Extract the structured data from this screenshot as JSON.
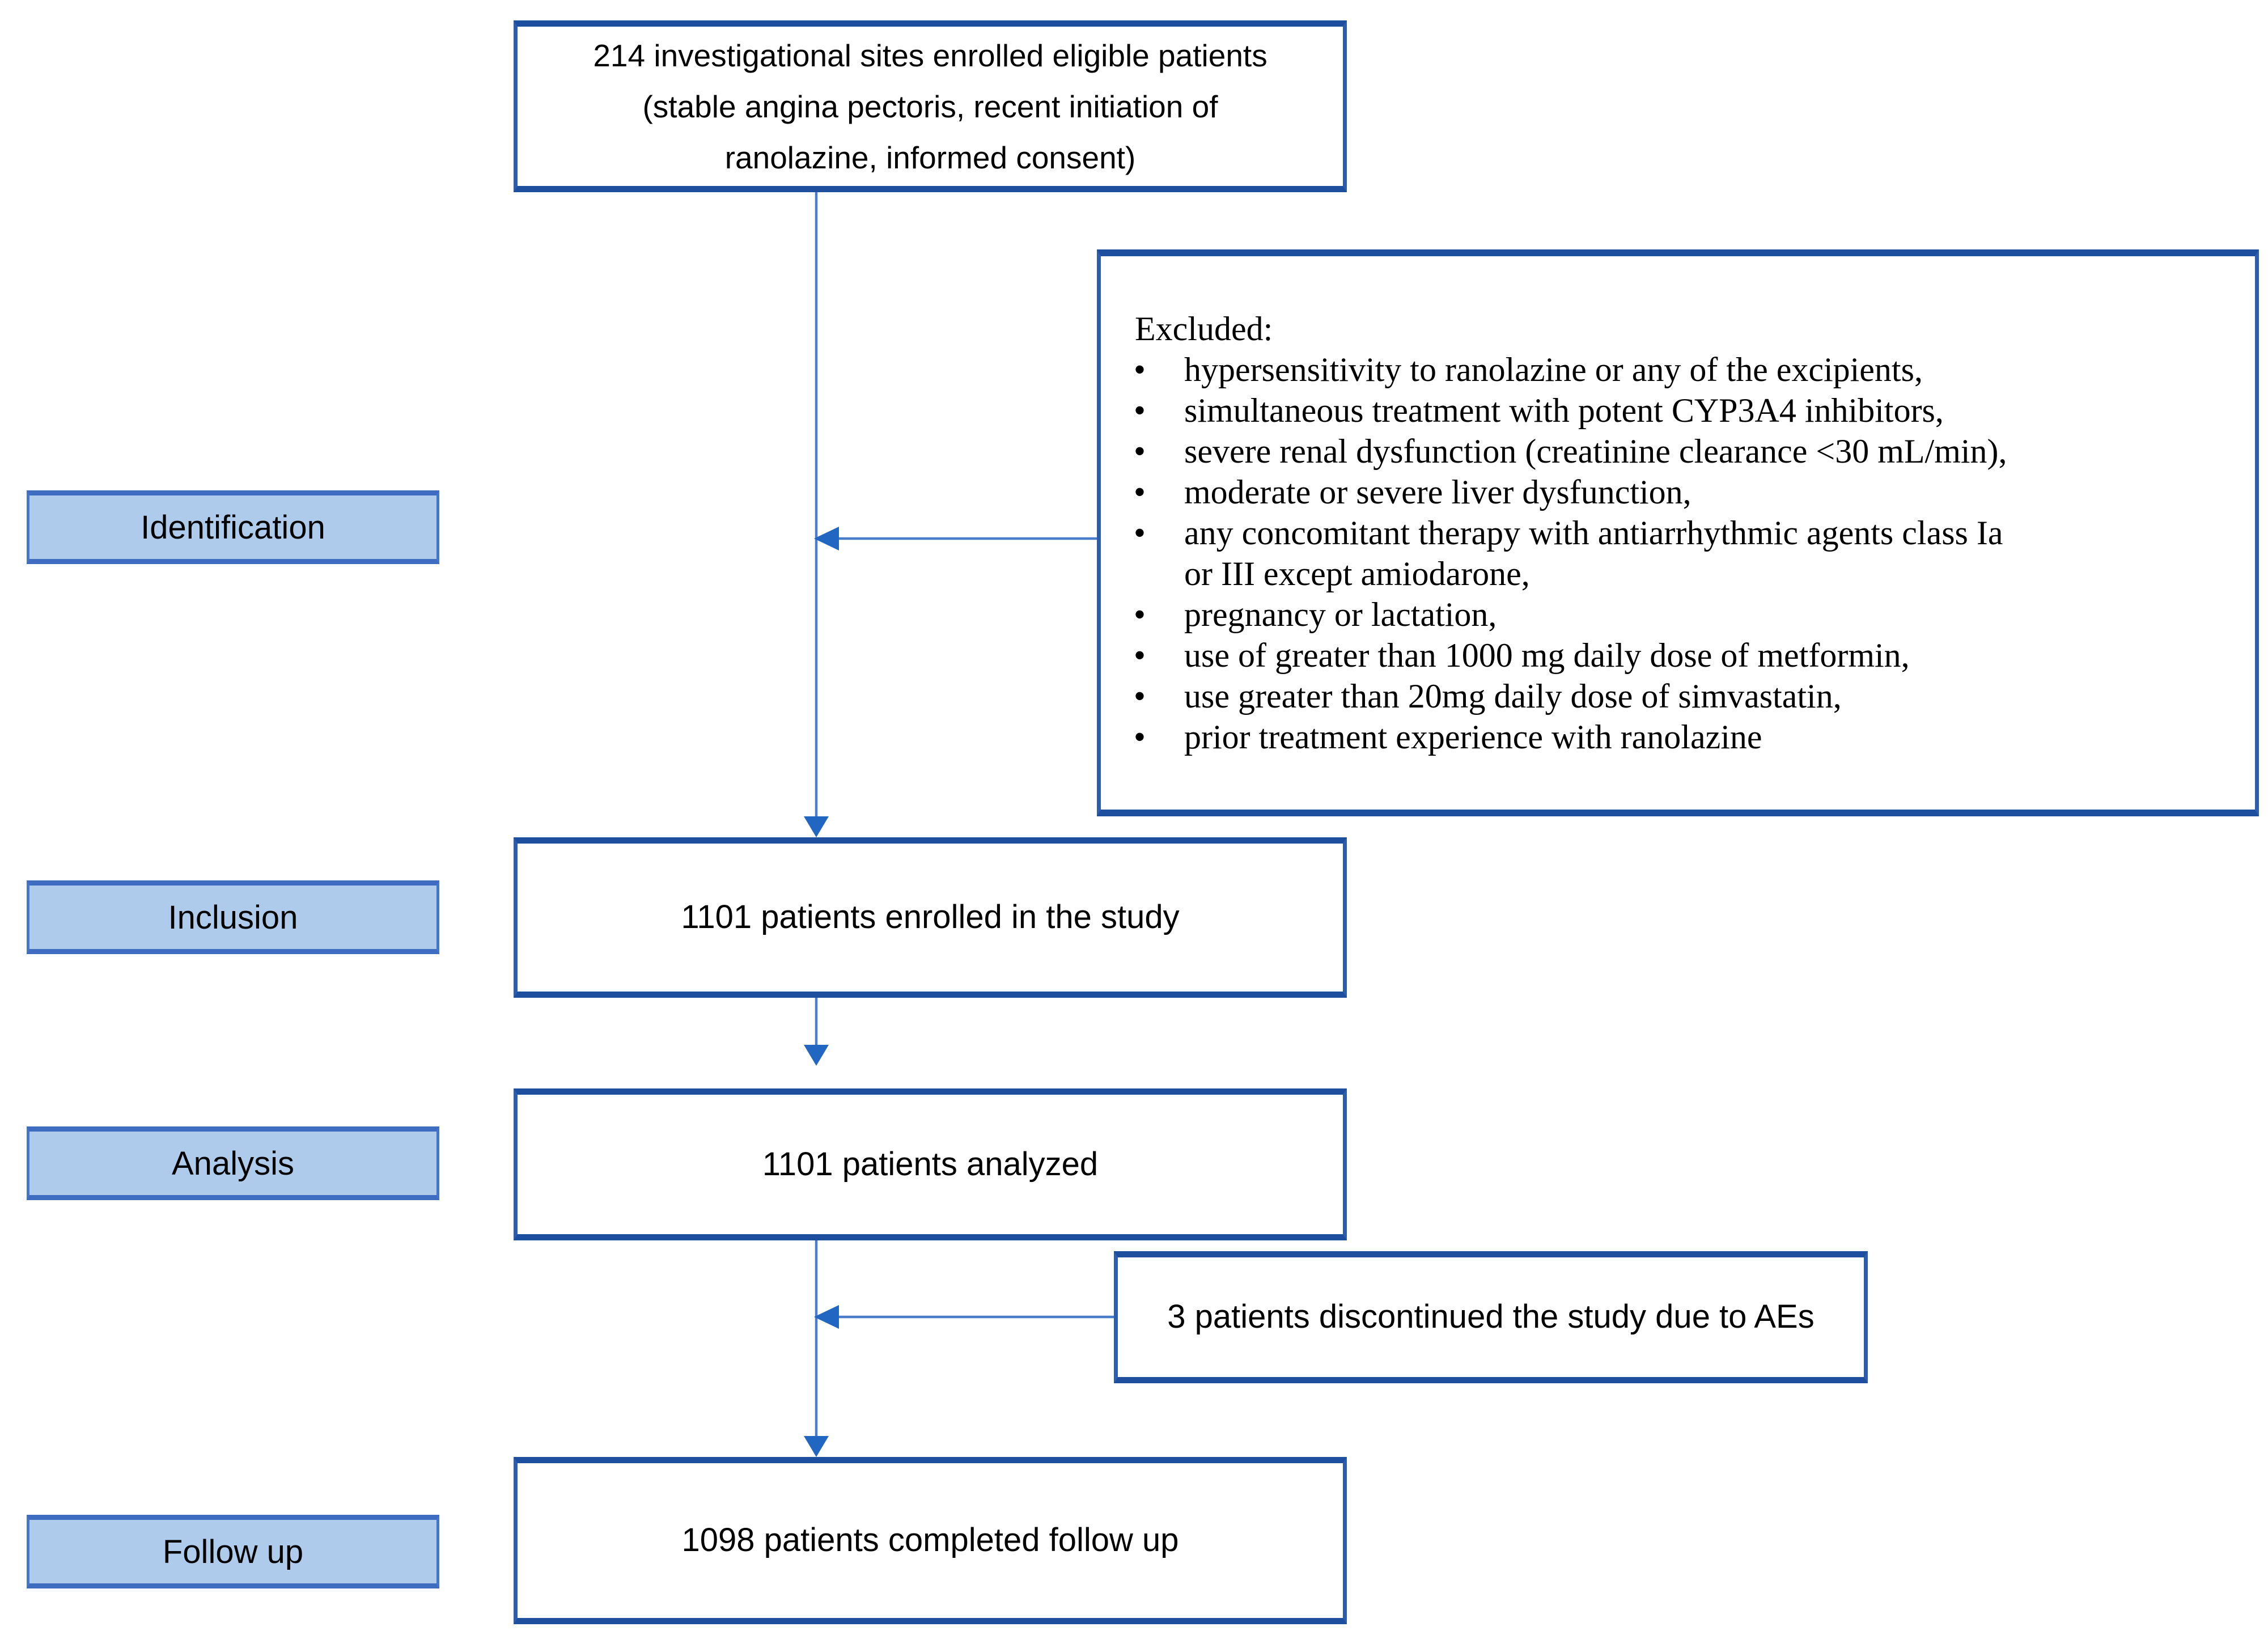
{
  "diagram": {
    "stages": [
      {
        "label": "Identification"
      },
      {
        "label": "Inclusion"
      },
      {
        "label": "Analysis"
      },
      {
        "label": "Follow up"
      }
    ],
    "top_box": {
      "line1": "214 investigational sites enrolled eligible patients",
      "line2": "(stable angina pectoris, recent initiation of",
      "line3": "ranolazine, informed consent)"
    },
    "excluded_box": {
      "title": "Excluded:",
      "items": [
        "hypersensitivity to ranolazine or any of the excipients,",
        "simultaneous treatment with potent CYP3A4 inhibitors,",
        "severe renal dysfunction (creatinine clearance <30 mL/min),",
        "moderate or severe liver dysfunction,",
        "any concomitant therapy with antiarrhythmic agents class Ia\nor III except amiodarone,",
        "pregnancy or lactation,",
        "use of greater than 1000 mg daily dose of metformin,",
        "use greater than 20mg daily dose of simvastatin,",
        "prior treatment experience with ranolazine"
      ]
    },
    "enrolled_box": {
      "text": "1101 patients enrolled in the study"
    },
    "analyzed_box": {
      "text": "1101 patients analyzed"
    },
    "discontinued_box": {
      "text": "3 patients discontinued the study due to AEs"
    },
    "followup_box": {
      "text": "1098 patients completed follow up"
    },
    "colors": {
      "arrow_line": "#4a7cc9",
      "arrow_head": "#2166c0",
      "box_border": "#2b5fae",
      "box_border_dark": "#1d4f9e",
      "label_fill": "#afcbec",
      "label_border": "#4577c8",
      "text": "#000000",
      "background": "#ffffff"
    }
  }
}
